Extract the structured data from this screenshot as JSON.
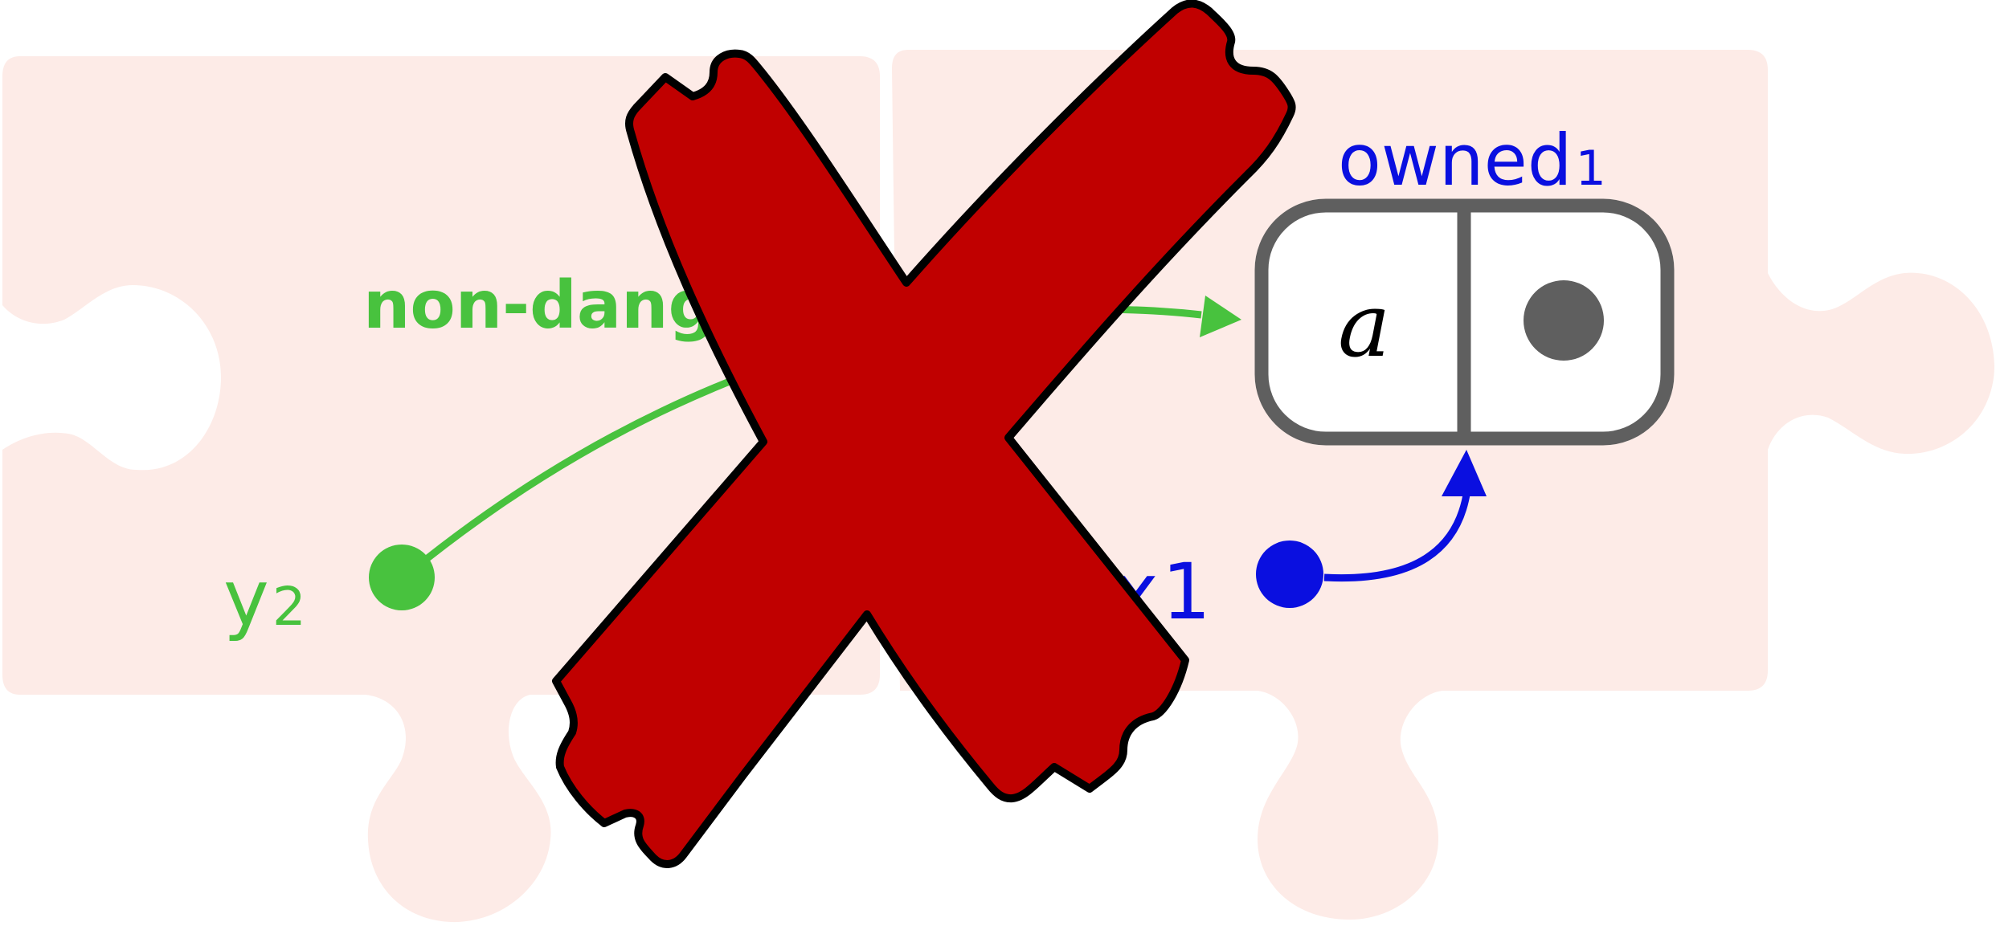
{
  "colors": {
    "puzzle_fill": "#fdebe7",
    "green": "#48c23e",
    "blue": "#0a0fe0",
    "gray": "#5f5f5f",
    "red_cross": "#c00000",
    "outline": "#000000"
  },
  "left_piece": {
    "variable": {
      "base": "y",
      "subscript": "2"
    },
    "edge_label": "non-dang"
  },
  "right_piece": {
    "variable": {
      "base": "x",
      "subscript": "1"
    },
    "box_label": {
      "base": "owned",
      "subscript": "1"
    },
    "cell_left": "a",
    "cell_right_icon": "dot-icon"
  },
  "overlay_icon": "red-cross-icon"
}
